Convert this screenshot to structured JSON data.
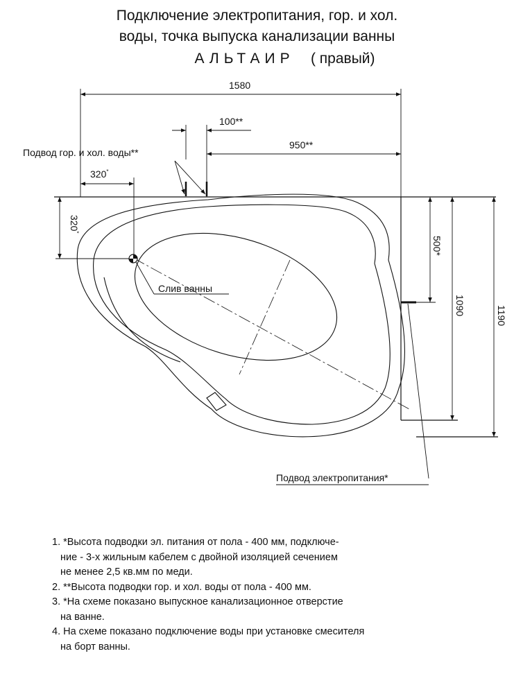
{
  "title": {
    "line1": "Подключение электропитания, гор. и хол.",
    "line2": "воды, точка выпуска канализации ванны",
    "model": "АЛЬТАИР",
    "variant": "( правый)"
  },
  "dimensions": {
    "width_total": "1580",
    "water_spacing": "100**",
    "water_offset": "950**",
    "drain_x": "320",
    "drain_x_mark": "*",
    "drain_y": "320",
    "drain_y_mark": "*",
    "power_offset": "500*",
    "depth_inner": "1090",
    "depth_total": "1190"
  },
  "labels": {
    "water": "Подвод гор. и хол. воды**",
    "drain": "Слив ванны",
    "power": "Подвод электропитания*"
  },
  "notes": [
    {
      "lines": [
        "1. *Высота подводки эл. питания от пола - 400 мм, подключе-",
        "ние - 3-х жильным кабелем с двойной изоляцией сечением",
        "не менее 2,5 кв.мм по меди."
      ]
    },
    {
      "lines": [
        "2. **Высота подводки гор. и хол. воды от пола - 400 мм."
      ]
    },
    {
      "lines": [
        "3. *На схеме показано выпускное канализационное отверстие",
        "на ванне."
      ]
    },
    {
      "lines": [
        "4. На схеме показано подключение воды при установке смесителя",
        "на борт ванны."
      ]
    }
  ]
}
